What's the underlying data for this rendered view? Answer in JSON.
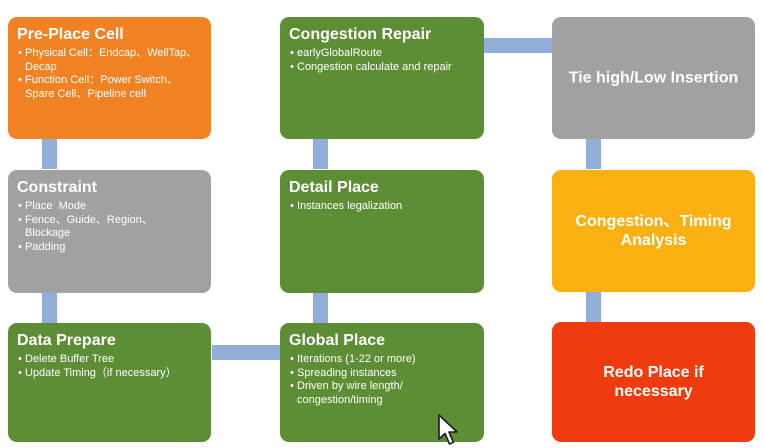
{
  "boxes": {
    "pre_place_cell": {
      "title": "Pre-Place Cell",
      "items": [
        "Physical Cell：Endcap、WellTap、Decap",
        "Function Cell：Power Switch、Spare Cell、Pipeline cell"
      ],
      "color": "#f08224"
    },
    "constraint": {
      "title": "Constraint",
      "items": [
        "Place  Mode",
        "Fence、Guide、Region、Blockage",
        "Padding"
      ],
      "color": "#a1a1a1"
    },
    "data_prepare": {
      "title": "Data Prepare",
      "items": [
        "Delete Buffer Tree",
        "Update Timing（if necessary）"
      ],
      "color": "#5d8e36"
    },
    "congestion_repair": {
      "title": "Congestion Repair",
      "items": [
        "earlyGlobalRoute",
        "Congestion calculate and repair"
      ],
      "color": "#5d8e36"
    },
    "detail_place": {
      "title": "Detail Place",
      "items": [
        "Instances legalization"
      ],
      "color": "#5d8e36"
    },
    "global_place": {
      "title": "Global Place",
      "items": [
        "Iterations (1-22 or more)",
        "Spreading instances",
        "Driven by wire length/ congestion/timing"
      ],
      "color": "#5d8e36"
    },
    "tie_insertion": {
      "title": "Tie high/Low Insertion",
      "color": "#a1a1a1"
    },
    "congestion_timing": {
      "title": "Congestion、Timing Analysis",
      "color": "#fbb012"
    },
    "redo_place": {
      "title": "Redo Place if necessary",
      "color": "#ef3c0f"
    }
  },
  "connector_color": "#90aed8"
}
